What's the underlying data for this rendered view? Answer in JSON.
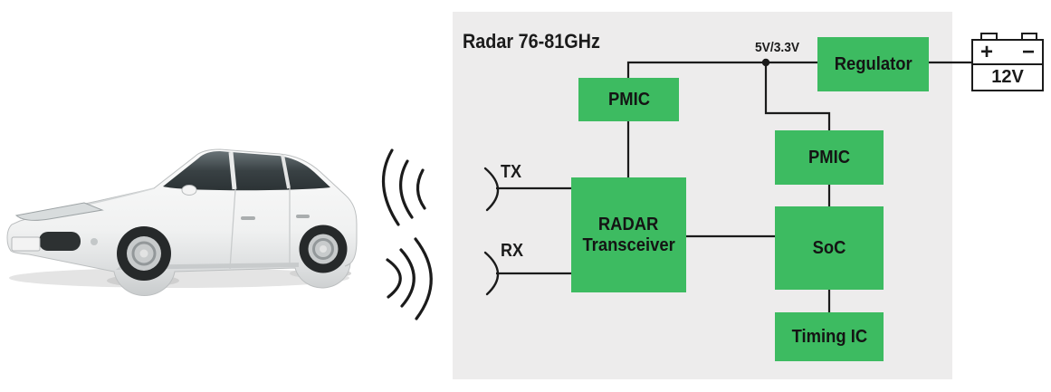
{
  "diagram": {
    "title": "Radar 76-81GHz",
    "colors": {
      "panel_bg": "#edecec",
      "block_green": "#3dbb61",
      "line": "#1b1b1b"
    },
    "blocks": {
      "pmic_top": "PMIC",
      "radar_line1": "RADAR",
      "radar_line2": "Transceiver",
      "regulator": "Regulator",
      "pmic_right": "PMIC",
      "soc": "SoC",
      "timing_ic": "Timing IC"
    },
    "labels": {
      "rail": "5V/3.3V",
      "tx": "TX",
      "rx": "RX"
    },
    "battery": {
      "plus": "+",
      "minus": "−",
      "voltage": "12V"
    },
    "illustration": {
      "car": "white-car-side-view",
      "waves": "radar-wave-arcs"
    }
  }
}
